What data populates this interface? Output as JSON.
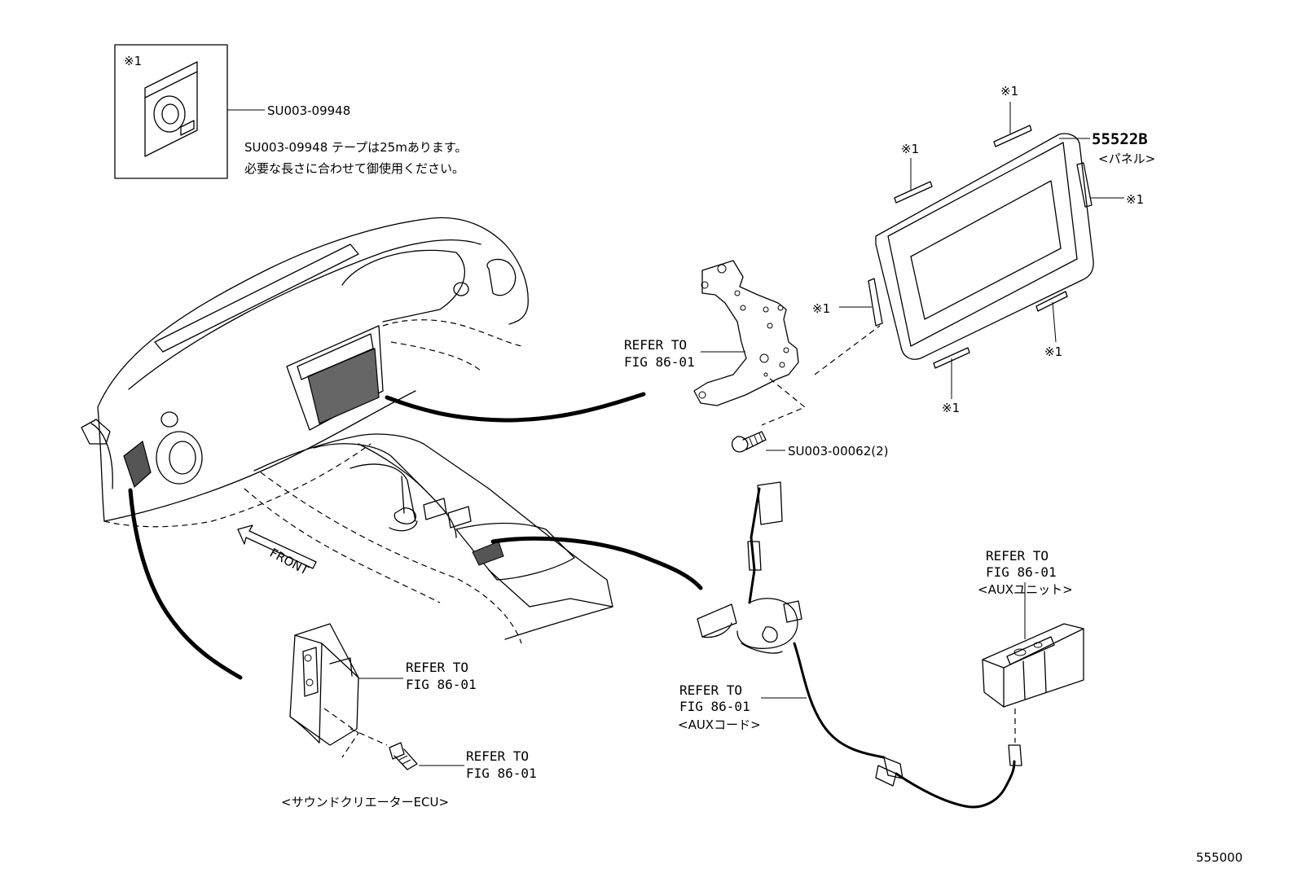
{
  "diagram": {
    "tape_inset": {
      "note_mark": "※1",
      "part_code": "SU003-09948",
      "note_line1": "SU003-09948 テープは25mあります。",
      "note_line2": "必要な長さに合わせて御使用ください。"
    },
    "panel": {
      "part_code": "55522B",
      "name": "<パネル>",
      "tape_marks": [
        "※1",
        "※1",
        "※1",
        "※1",
        "※1",
        "※1"
      ]
    },
    "bracket": {
      "refer_line1": "REFER TO",
      "refer_line2": "FIG 86-01",
      "screw_code": "SU003-00062(2)"
    },
    "front_arrow": "FRONT",
    "ecu": {
      "refer_line1": "REFER TO",
      "refer_line2": "FIG 86-01",
      "bolt_refer_line1": "REFER TO",
      "bolt_refer_line2": "FIG 86-01",
      "name": "<サウンドクリエーターECU>"
    },
    "aux_cord": {
      "refer_line1": "REFER TO",
      "refer_line2": "FIG 86-01",
      "name": "<AUXコード>"
    },
    "aux_unit": {
      "refer_line1": "REFER TO",
      "refer_line2": "FIG 86-01",
      "name": "<AUXユニット>"
    },
    "figure_number": "555000"
  }
}
